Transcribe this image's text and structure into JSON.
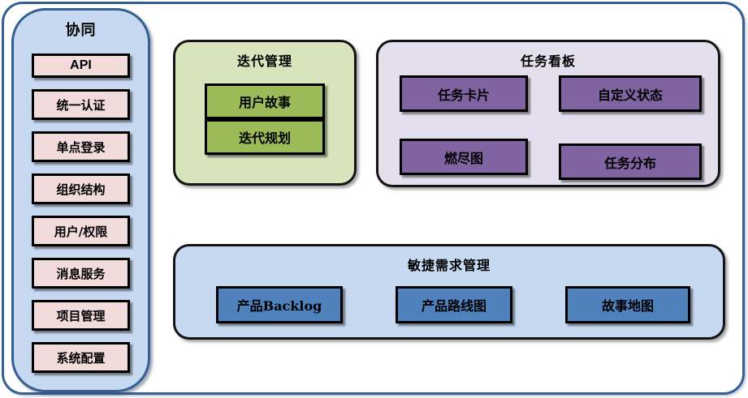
{
  "sidebar": {
    "title": "协同",
    "items": [
      "API",
      "统一认证",
      "单点登录",
      "组织结构",
      "用户/权限",
      "消息服务",
      "项目管理",
      "系统配置"
    ]
  },
  "groups": {
    "iteration": {
      "title": "迭代管理",
      "items": [
        "用户故事",
        "迭代规划"
      ],
      "container_color": "#d7e4bc",
      "item_color": "#9bbb59"
    },
    "kanban": {
      "title": "任务看板",
      "items": [
        "任务卡片",
        "自定义状态",
        "燃尽图",
        "任务分布"
      ],
      "container_color": "#e4dfec",
      "item_color": "#8064a2"
    },
    "requirements": {
      "title": "敏捷需求管理",
      "items": [
        "产品Backlog",
        "产品路线图",
        "故事地图"
      ],
      "container_color": "#c6d9f0",
      "item_color": "#4f81bd"
    }
  },
  "colors": {
    "frame_border": "#365f91",
    "sidebar_fill": "#c6d9f0",
    "sidebar_item_fill": "#f2dcdb",
    "box_border": "#000000",
    "text": "#000000"
  }
}
